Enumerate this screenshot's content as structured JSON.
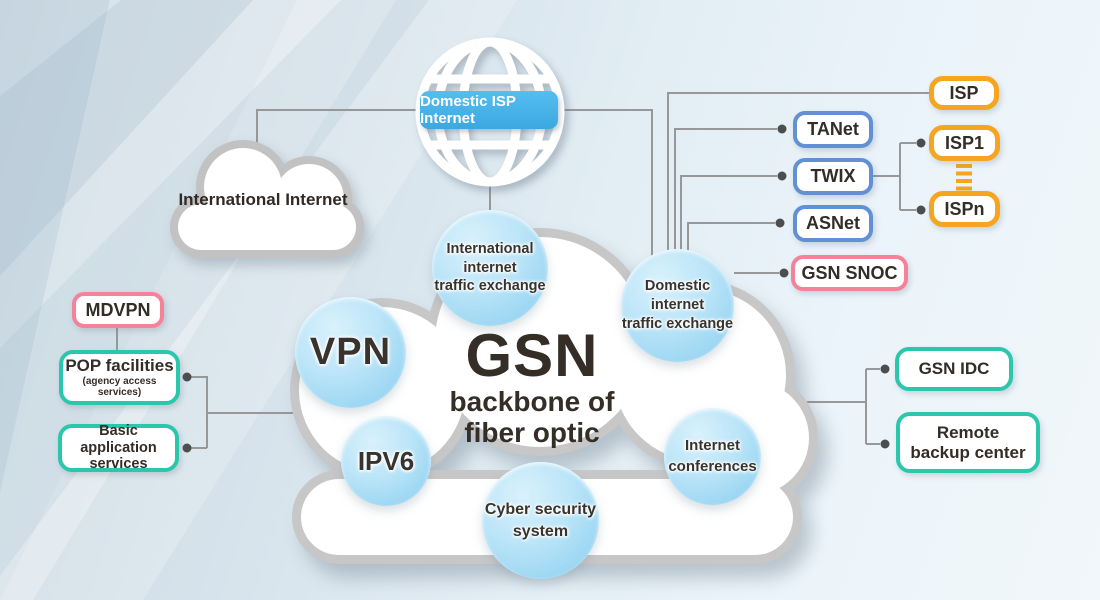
{
  "colors": {
    "banner_blue": "#45b1e6",
    "node_blue_border": "#6290d3",
    "node_orange_border": "#f5a51f",
    "node_pink_border": "#f4839a",
    "node_teal_border": "#2bc7ad",
    "bubble_fill": "#a8dcf5",
    "cloud_border": "#c7c7c7",
    "connector_gray": "#97989a",
    "text_dark": "#332d28"
  },
  "globe": {
    "banner": "Domestic ISP Internet"
  },
  "international_cloud": {
    "line1": "International",
    "line2": "Internet"
  },
  "gsn_cloud": {
    "title": "GSN",
    "subtitle1": "backbone of",
    "subtitle2": "fiber optic"
  },
  "bubbles": {
    "international_exchange": {
      "line1": "International",
      "line2": "internet",
      "line3": "traffic exchange"
    },
    "domestic_exchange": {
      "line1": "Domestic internet",
      "line2": "traffic exchange"
    },
    "vpn": {
      "label": "VPN"
    },
    "ipv6": {
      "label": "IPV6"
    },
    "cyber_security": {
      "line1": "Cyber security",
      "line2": "system"
    },
    "internet_conferences": {
      "line1": "Internet",
      "line2": "conferences"
    }
  },
  "left_nodes": {
    "mdvpn": {
      "label": "MDVPN"
    },
    "pop_facilities": {
      "title": "POP facilities",
      "subtitle": "(agency access services)"
    },
    "basic_services": {
      "line1": "Basic application",
      "line2": "services"
    }
  },
  "right_nodes": {
    "isp": {
      "label": "ISP"
    },
    "tanet": {
      "label": "TANet"
    },
    "twix": {
      "label": "TWIX"
    },
    "asnet": {
      "label": "ASNet"
    },
    "isp1": {
      "label": "ISP1"
    },
    "ispn": {
      "label": "ISPn"
    },
    "gsn_snoc": {
      "label": "GSN SNOC"
    },
    "gsn_idc": {
      "label": "GSN IDC"
    },
    "remote_backup": {
      "line1": "Remote",
      "line2": "backup center"
    }
  }
}
